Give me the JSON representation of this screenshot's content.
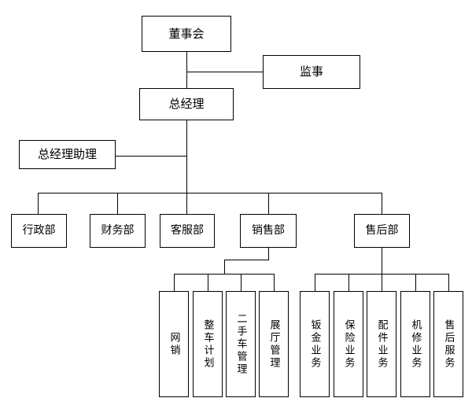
{
  "chart": {
    "type": "org-chart",
    "title": "",
    "orientation": "top-down",
    "line_color": "#000000",
    "box_fill": "#ffffff",
    "box_border": "#000000",
    "background": "#ffffff"
  },
  "nodes": {
    "board": {
      "label": "董事会",
      "level": 0
    },
    "supervisor": {
      "label": "监事",
      "level": 0
    },
    "general_manager": {
      "label": "总经理",
      "level": 1
    },
    "gm_assistant": {
      "label": "总经理助理",
      "level": 2
    }
  },
  "departments": [
    {
      "label": "行政部"
    },
    {
      "label": "财务部"
    },
    {
      "label": "客服部"
    },
    {
      "label": "销售部"
    },
    {
      "label": "售后部"
    }
  ],
  "sales_units": [
    {
      "label": "网销"
    },
    {
      "label": "整车计划"
    },
    {
      "label": "二手车管理"
    },
    {
      "label": "展厅管理"
    }
  ],
  "aftersales_units": [
    {
      "label": "钣金业务"
    },
    {
      "label": "保险业务"
    },
    {
      "label": "配件业务"
    },
    {
      "label": "机修业务"
    },
    {
      "label": "售后服务"
    }
  ]
}
